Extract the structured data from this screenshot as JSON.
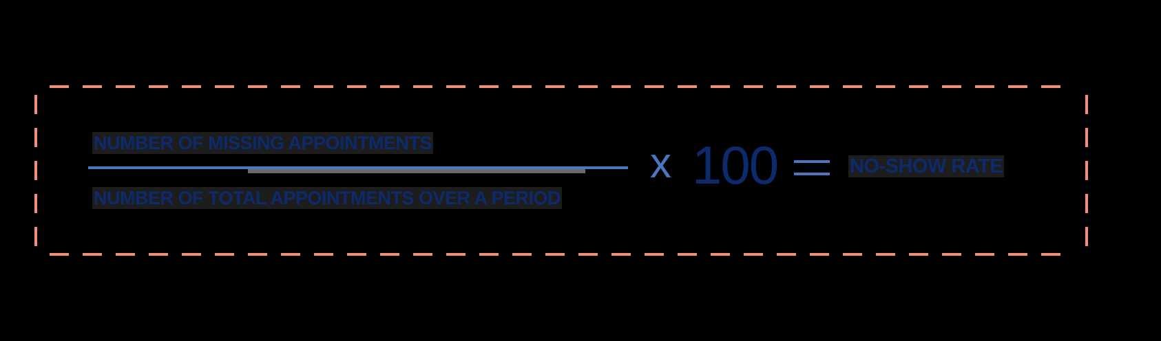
{
  "formula": {
    "numerator": "NUMBER OF MISSING APPOINTMENTS",
    "denominator": "NUMBER OF TOTAL APPOINTMENTS OVER A PERIOD",
    "multiply_symbol": "x",
    "multiplier": "100",
    "equals_symbol": "=",
    "result": "NO-SHOW RATE"
  },
  "colors": {
    "text": "#0c2a6c",
    "accent": "#4a78c0",
    "border_dash": "#f0907a",
    "background": "#000000"
  }
}
